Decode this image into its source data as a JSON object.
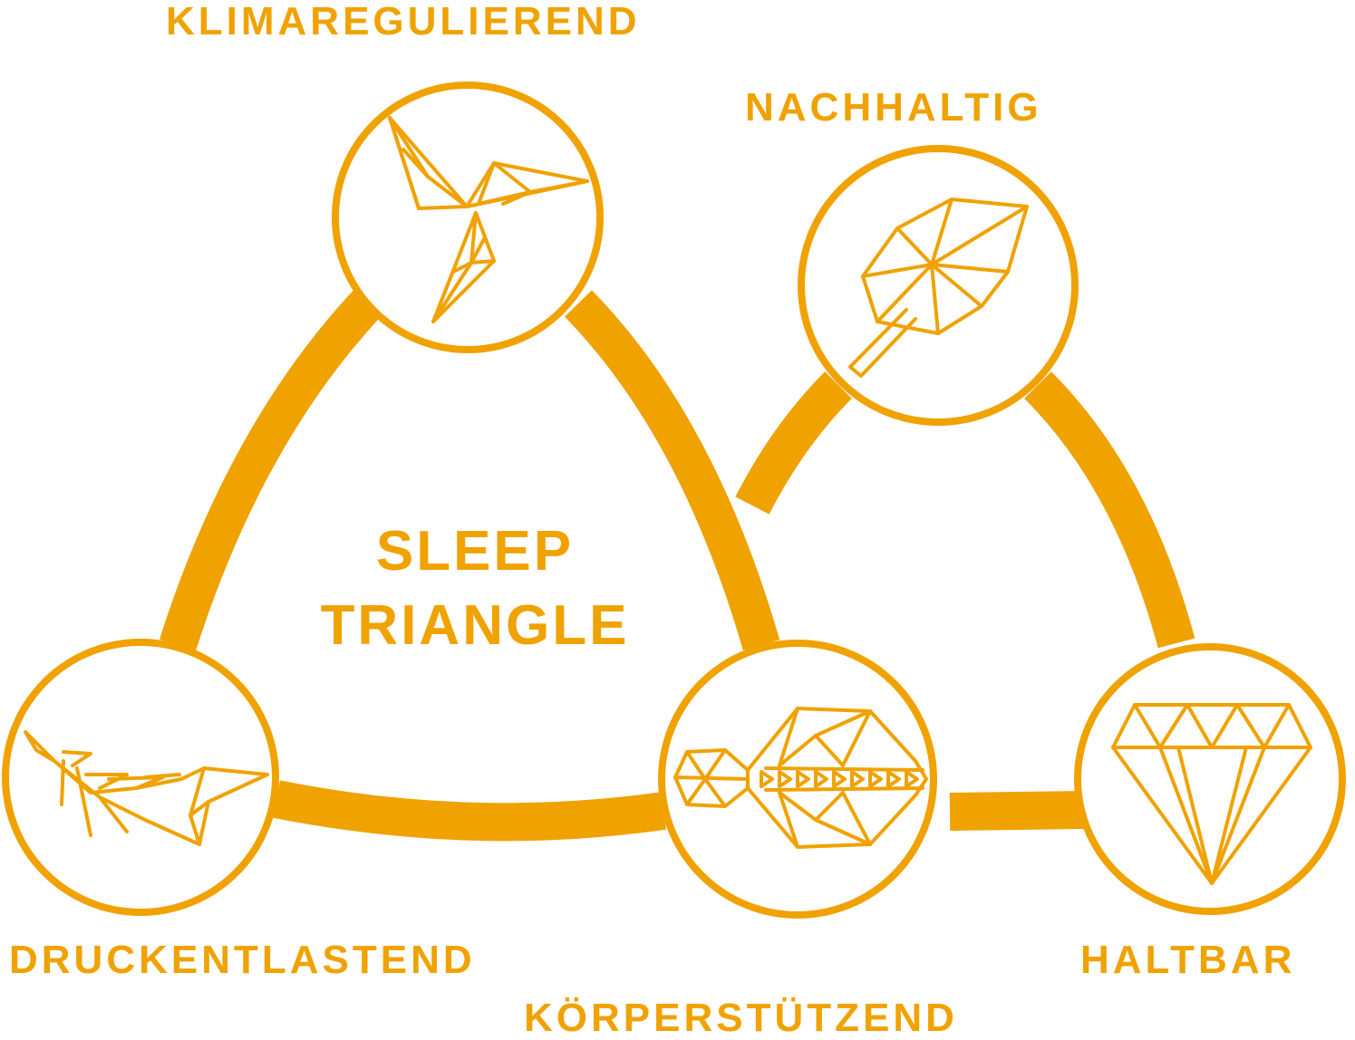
{
  "colors": {
    "accent": "#F0A200",
    "background": "#FFFFFF"
  },
  "center": {
    "line1": "SLEEP",
    "line2": "TRIANGLE"
  },
  "features": [
    {
      "label": "KLIMAREGULIEREND",
      "icon": "pinwheel-icon"
    },
    {
      "label": "NACHHALTIG",
      "icon": "leaf-icon"
    },
    {
      "label": "DRUCKENTLASTEND",
      "icon": "feather-icon"
    },
    {
      "label": "KÖRPERSTÜTZEND",
      "icon": "spine-icon"
    },
    {
      "label": "HALTBAR",
      "icon": "diamond-icon"
    }
  ]
}
